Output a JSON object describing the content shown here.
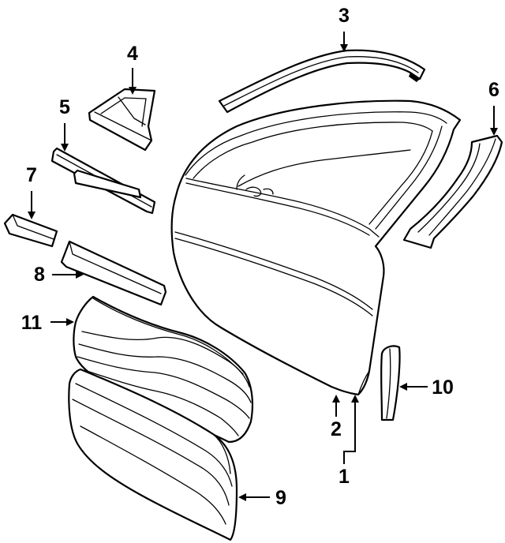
{
  "callouts": [
    {
      "label": "1"
    },
    {
      "label": "2"
    },
    {
      "label": "3"
    },
    {
      "label": "4"
    },
    {
      "label": "5"
    },
    {
      "label": "6"
    },
    {
      "label": "7"
    },
    {
      "label": "8"
    },
    {
      "label": "9"
    },
    {
      "label": "10"
    },
    {
      "label": "11"
    }
  ]
}
